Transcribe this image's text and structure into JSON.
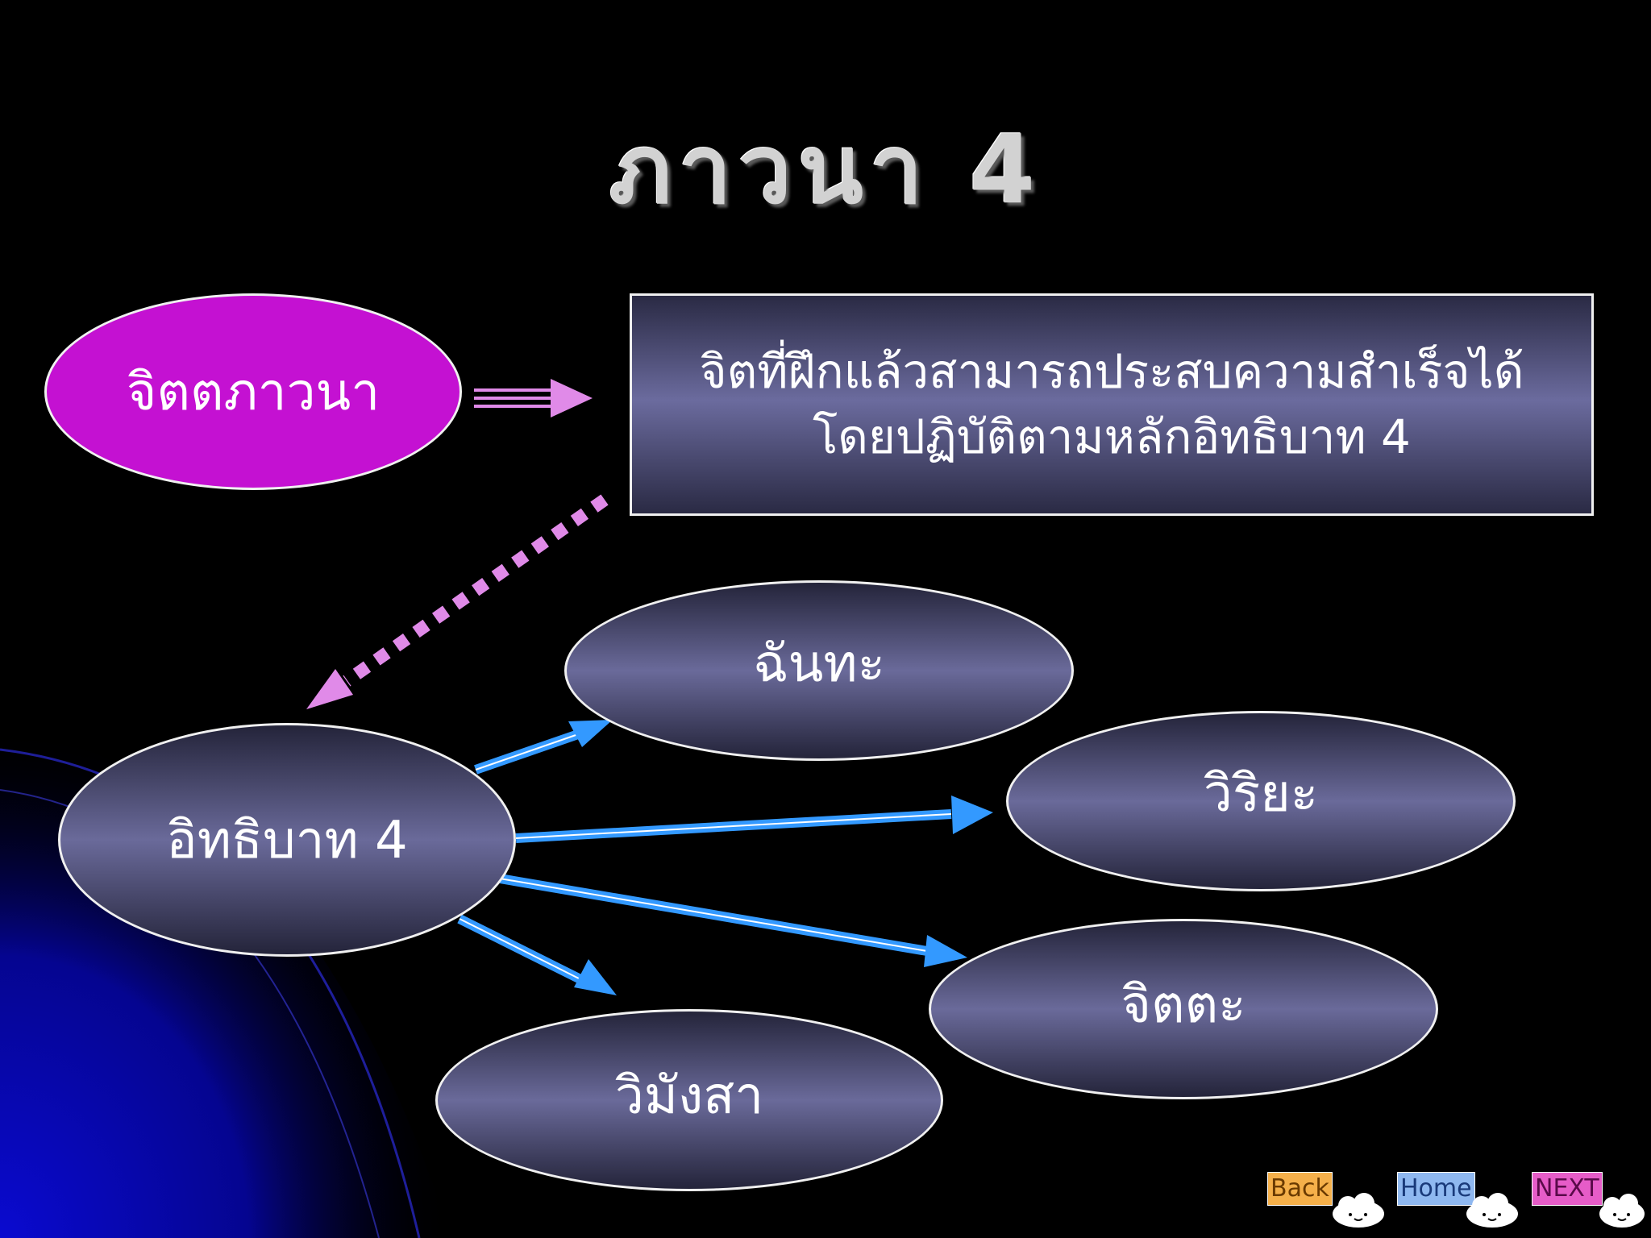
{
  "slide": {
    "title": "ภาวนา 4"
  },
  "nodes": {
    "chitta_bhavana": "จิตตภาวนา",
    "iddhipada": "อิทธิบาท 4",
    "chanda": "ฉันทะ",
    "viriya": "วิริยะ",
    "citta": "จิตตะ",
    "vimamsa": "วิมังสา"
  },
  "definition": {
    "line1": "จิตที่ฝึกแล้วสามารถประสบความสำเร็จได้",
    "line2": "โดยปฏิบัติตามหลักอิทธิบาท 4"
  },
  "nav": {
    "back_label": "Back",
    "home_label": "Home",
    "next_label": "NEXT"
  },
  "colors": {
    "background": "#000000",
    "highlight_node": "#c411d2",
    "node_fill": "#6a6a9a",
    "arrow_blue": "#3399ff",
    "arrow_pink": "#e08ae8",
    "back_button": "#f5b04a",
    "home_button": "#8fb8f0",
    "next_button": "#e65cc8"
  }
}
